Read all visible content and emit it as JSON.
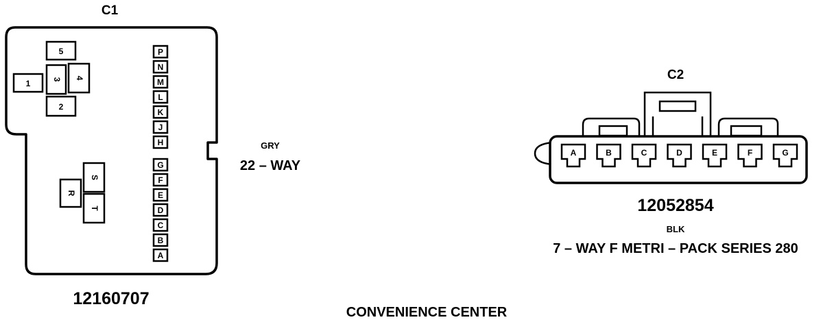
{
  "footer_title": "CONVENIENCE CENTER",
  "c1": {
    "label": "C1",
    "part_number": "12160707",
    "color": "GRY",
    "ways": "22 – WAY",
    "power_cavities": [
      "5",
      "1",
      "3",
      "4",
      "2"
    ],
    "relay_cavities": [
      "R",
      "S",
      "T"
    ],
    "upper_column": [
      "P",
      "N",
      "M",
      "L",
      "K",
      "J",
      "H"
    ],
    "lower_column": [
      "G",
      "F",
      "E",
      "D",
      "C",
      "B",
      "A"
    ]
  },
  "c2": {
    "label": "C2",
    "part_number": "12052854",
    "color": "BLK",
    "description": "7 – WAY F METRI – PACK SERIES 280",
    "cavities": [
      "A",
      "B",
      "C",
      "D",
      "E",
      "F",
      "G"
    ]
  }
}
